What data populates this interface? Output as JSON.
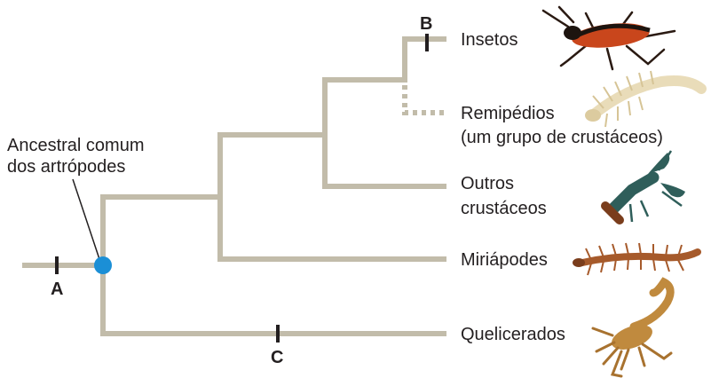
{
  "taxa": {
    "insetos": "Insetos",
    "remipedios_1": "Remipédios",
    "remipedios_2": "(um grupo de crustáceos)",
    "outros_1": "Outros",
    "outros_2": "crustáceos",
    "miriapodes": "Miriápodes",
    "quelicerados": "Quelicerados"
  },
  "ancestor_label": {
    "line1": "Ancestral comum",
    "line2": "dos artrópodes"
  },
  "markers": {
    "a": "A",
    "b": "B",
    "c": "C"
  },
  "colors": {
    "branch": "#c2bcaa",
    "ancestor_node": "#1b8fd6",
    "text": "#231f20"
  },
  "icons": [
    "insect-icon",
    "remipede-icon",
    "lobster-icon",
    "centipede-icon",
    "scorpion-icon"
  ]
}
